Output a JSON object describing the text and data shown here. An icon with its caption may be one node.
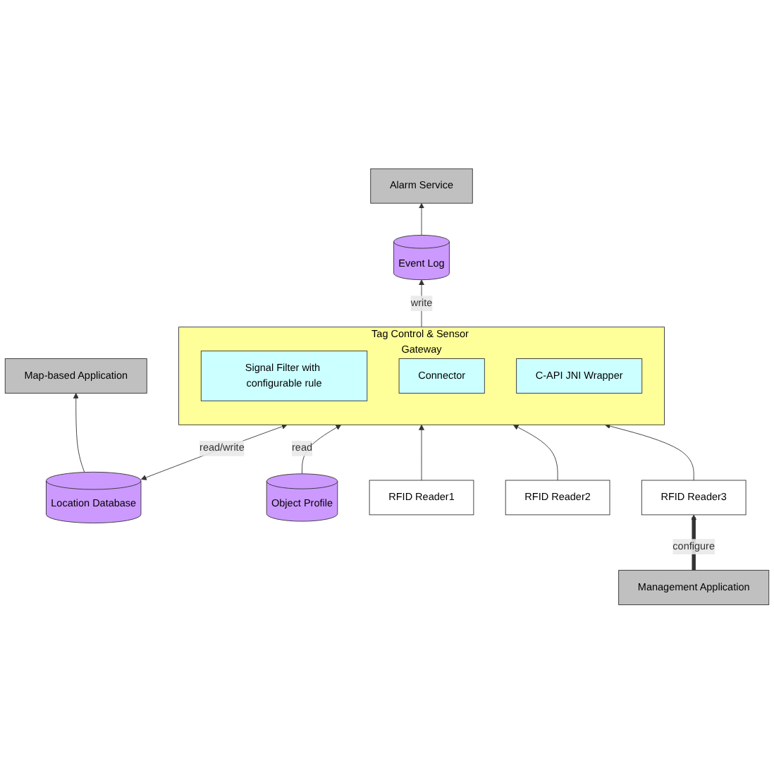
{
  "diagram": {
    "nodes": [
      {
        "text": [
          "Alarm Service"
        ]
      },
      {
        "text": [
          "Map-based Application"
        ]
      },
      {
        "text": [
          "Management Application"
        ]
      },
      {
        "text": [
          "Event Log"
        ]
      },
      {
        "text": [
          "Location Database"
        ]
      },
      {
        "text": [
          "Object Profile"
        ]
      },
      {
        "text": [
          "Tag Control & Sensor Gateway"
        ]
      },
      {
        "text": [
          "Signal Filter with configurable rule"
        ],
        "in": 6
      },
      {
        "text": [
          "Connector"
        ],
        "in": 6
      },
      {
        "text": [
          "C-API JNI Wrapper"
        ],
        "in": 6
      },
      {
        "text": [
          "RFID Reader1"
        ]
      },
      {
        "text": [
          "RFID Reader2"
        ]
      },
      {
        "text": [
          "RFID Reader3"
        ]
      }
    ],
    "edges": [
      {
        "from": 3,
        "to": 0,
        "arrow": "to"
      },
      {
        "from": 4,
        "to": 1,
        "arrow": "to"
      },
      {
        "from": 6,
        "to": 3,
        "label": "write",
        "arrow": "to"
      },
      {
        "from": 4,
        "to": 6,
        "label": "read/write",
        "arrow": "both"
      },
      {
        "from": 5,
        "to": 6,
        "label": "read",
        "arrow": "to"
      },
      {
        "from": 2,
        "to": 12,
        "label": "configure",
        "arrow": "to",
        "style": "thick"
      },
      {
        "from": 10,
        "to": 6,
        "arrow": "to"
      },
      {
        "from": 11,
        "to": 6,
        "arrow": "to"
      },
      {
        "from": 12,
        "to": 6,
        "arrow": "to"
      }
    ]
  }
}
